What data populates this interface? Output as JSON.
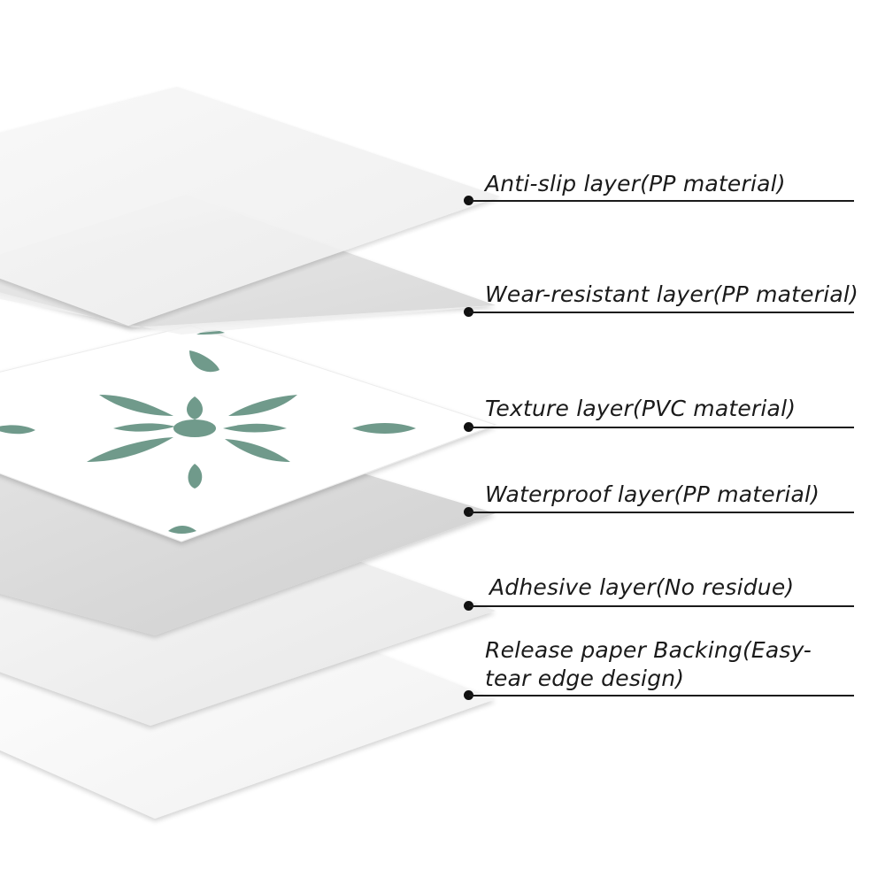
{
  "layers": [
    {
      "label": "Anti-slip layer(PP material)",
      "fill": "#f3f3f3"
    },
    {
      "label": "Wear-resistant layer(PP material)",
      "fill": "#e2e2e2"
    },
    {
      "label": "Texture layer(PVC material)",
      "fill": "#ffffff",
      "pattern_color": "#6f9a8b"
    },
    {
      "label": "Waterproof layer(PP material)",
      "fill": "#d6d6d6"
    },
    {
      "label": "Adhesive layer(No residue)",
      "fill": "#eeeeee"
    },
    {
      "label": "Release paper Backing(Easy-tear edge design)",
      "fill": "#f7f7f7"
    }
  ]
}
